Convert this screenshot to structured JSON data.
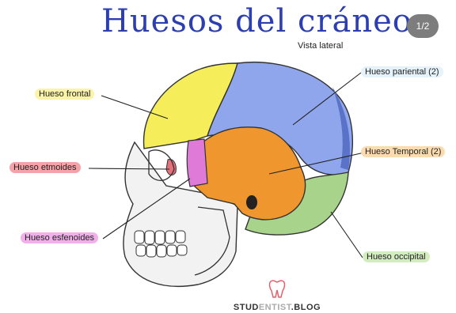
{
  "title": "Huesos del cráneo",
  "subtitle": "Vista lateral",
  "page_indicator": "1/2",
  "labels": {
    "frontal": "Hueso frontal",
    "etmoides": "Hueso etmoides",
    "esfenoides": "Hueso esfenoides",
    "parietal": "Hueso pariental (2)",
    "temporal": "Hueso Temporal (2)",
    "occipital": "Hueso occipital"
  },
  "brand": {
    "bold": "STUD",
    "light": "ENTIST",
    "suffix": ".BLOG"
  },
  "colors": {
    "frontal": "#f5ee5a",
    "parietal": "#8fa6ec",
    "temporal": "#f0962e",
    "occipital": "#a7d48a",
    "etmoides": "#e4717c",
    "esfenoides": "#e07ad8",
    "title": "#2d3fb0",
    "badge": "#7d7d7d"
  }
}
